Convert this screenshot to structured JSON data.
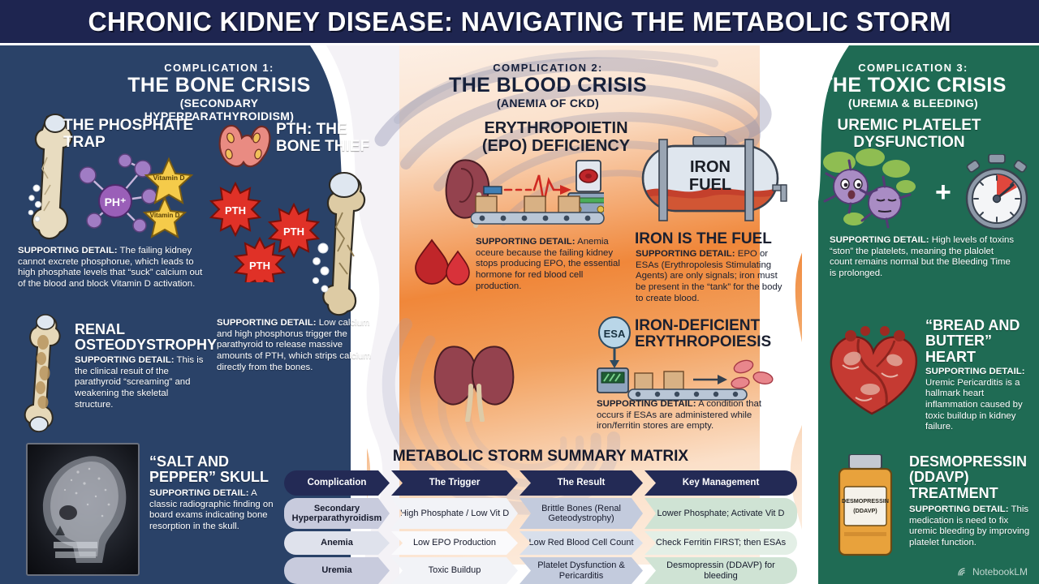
{
  "title": "CHRONIC KIDNEY DISEASE: NAVIGATING THE METABOLIC STORM",
  "watermark": "NotebookLM",
  "complications": [
    {
      "eyebrow": "COMPLICATION 1:",
      "title": "THE BONE CRISIS",
      "subtitle": "(SECONDARY HYPERPARATHYROIDISM)",
      "accent": "#2a4268"
    },
    {
      "eyebrow": "COMPLICATION 2:",
      "title": "THE BLOOD CRISIS",
      "subtitle": "(ANEMIA OF CKD)",
      "accent": "#ef8b3f"
    },
    {
      "eyebrow": "COMPLICATION 3:",
      "title": "THE TOXIC CRISIS",
      "subtitle": "(UREMIA & BLEEDING)",
      "accent": "#1f6b54"
    }
  ],
  "left": {
    "phosphate": {
      "title": "THE PHOSPHATE TRAP",
      "detail_label": "SUPPORTING DETAIL:",
      "detail": " The failing kidney cannot excrete phosphorue, which leads to high phosphate levels that “suck” calcium out of the blood and block Vitamin D activation.",
      "labels": {
        "phosphate": "PH⁺",
        "vitamin_d_1": "Vitamin D",
        "vitamin_d_2": "Vitamin D"
      }
    },
    "pth": {
      "title": "PTH: THE BONE THIEF",
      "burst_label": "PTH",
      "detail_label": "SUPPORTING DETAIL:",
      "detail": " Low calcium and high phosphorus trigger the parathyroid to release massive amounts of PTH, which strips calcium directly from the bones."
    },
    "renal": {
      "title": "RENAL OSTEODYSTROPHY",
      "detail_label": "SUPPORTING DETAIL:",
      "detail": " This is the clinical resuit of the parathyroid “screaming” and weakening the skeletal structure."
    },
    "skull": {
      "title": "“SALT AND PEPPER” SKULL",
      "detail_label": "SUPPORTING DETAIL:",
      "detail": " A classic radiographic finding on board exams indicating bone resorption in the skull."
    }
  },
  "center": {
    "epo": {
      "title": "ERYTHROPOIETIN (EPO) DEFICIENCY",
      "detail_label": "SUPPORTING DETAIL:",
      "detail": " Anemia oceure because the failing kidney stops producing EPO, the essential hormone for red blood cell production."
    },
    "iron": {
      "tank_label": "IRON FUEL",
      "title": "IRON IS THE FUEL",
      "detail_label": "SUPPORTING DETAIL:",
      "detail": " EPO or ESAs (Erythropolesis Stimulating Agents) are only signals; iron must be present in the “tank” for the body to create blood."
    },
    "ide": {
      "badge": "ESA",
      "title": "IRON-DEFICIENT ERYTHROPOIESIS",
      "detail_label": "SUPPORTING DETAIL:",
      "detail": " A condition that occurs if ESAs are administered while iron/ferritin stores are empty."
    }
  },
  "right": {
    "platelet": {
      "title": "UREMIC PLATELET DYSFUNCTION",
      "plus": "+",
      "detail_label": "SUPPORTING DETAIL:",
      "detail": " High levels of toxins “ston” the platelets, meaning the plalolet count remains normal but the Bleeding Time is prolonged."
    },
    "heart": {
      "title": "“BREAD AND BUTTER” HEART",
      "detail_label": "SUPPORTING DETAIL:",
      "detail": " Uremic Pericarditis is a hallmark heart inflammation caused by toxic buildup in kidney failure."
    },
    "ddavp": {
      "title": "DESMOPRESSIN (DDAVP) TREATMENT",
      "bottle_label": "DESMOPRESSIN (DDAVP)",
      "detail_label": "SUPPORTING DETAIL:",
      "detail": " This medication is need to fix uremic bleeding by improving platelet function."
    }
  },
  "matrix": {
    "title": "METABOLIC STORM SUMMARY MATRIX",
    "headers": [
      "Complication",
      "The Trigger",
      "The Result",
      "Key Management"
    ],
    "rows": [
      {
        "complication": "Secondary Hyperparathyroidism",
        "trigger": "High Phosphate / Low Vit D",
        "result": "Brittle Bones (Renal Geteodystrophy)",
        "management": "Lower Phosphate; Activate Vit D"
      },
      {
        "complication": "Anemia",
        "trigger": "Low EPO Production",
        "result": "Low Red Blood Cell Count",
        "management": "Check Ferritin FIRST; then ESAs"
      },
      {
        "complication": "Uremia",
        "trigger": "Toxic Buildup",
        "result": "Platelet Dysfunction & Pericarditis",
        "management": "Desmopressin (DDAVP) for bleeding"
      }
    ]
  }
}
